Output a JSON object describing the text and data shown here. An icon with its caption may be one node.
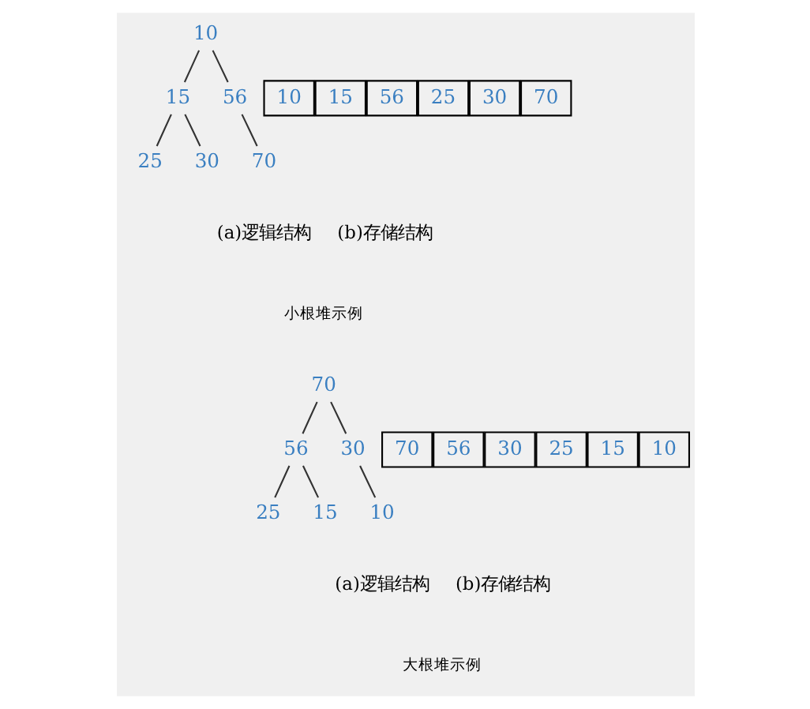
{
  "diagram": {
    "nodes": [
      {
        "text": [
          "10"
        ]
      },
      {
        "text": [
          "15"
        ]
      },
      {
        "text": [
          "56"
        ]
      },
      {
        "text": [
          "25"
        ]
      },
      {
        "text": [
          "30"
        ]
      },
      {
        "text": [
          "70"
        ]
      },
      {
        "text": [
          "10"
        ]
      },
      {
        "text": [
          "15"
        ]
      },
      {
        "text": [
          "56"
        ]
      },
      {
        "text": [
          "25"
        ]
      },
      {
        "text": [
          "30"
        ]
      },
      {
        "text": [
          "70"
        ]
      },
      {
        "text": [
          "70"
        ]
      },
      {
        "text": [
          "56"
        ]
      },
      {
        "text": [
          "30"
        ]
      },
      {
        "text": [
          "25"
        ]
      },
      {
        "text": [
          "15"
        ]
      },
      {
        "text": [
          "10"
        ]
      },
      {
        "text": [
          "70"
        ]
      },
      {
        "text": [
          "56"
        ]
      },
      {
        "text": [
          "30"
        ]
      },
      {
        "text": [
          "25"
        ]
      },
      {
        "text": [
          "15"
        ]
      },
      {
        "text": [
          "10"
        ]
      }
    ],
    "edges": [
      {
        "from": 0,
        "to": 1,
        "arrow": "none"
      },
      {
        "from": 0,
        "to": 2,
        "arrow": "none"
      },
      {
        "from": 1,
        "to": 3,
        "arrow": "none"
      },
      {
        "from": 1,
        "to": 4,
        "arrow": "none"
      },
      {
        "from": 2,
        "to": 5,
        "arrow": "none"
      },
      {
        "from": 12,
        "to": 13,
        "arrow": "none"
      },
      {
        "from": 12,
        "to": 14,
        "arrow": "none"
      },
      {
        "from": 13,
        "to": 15,
        "arrow": "none"
      },
      {
        "from": 13,
        "to": 16,
        "arrow": "none"
      },
      {
        "from": 14,
        "to": 17,
        "arrow": "none"
      }
    ],
    "labels": [
      "(a)逻辑结构",
      "(b)存储结构",
      "小根堆示例",
      "(a)逻辑结构",
      "(b)存储结构",
      "大根堆示例"
    ]
  }
}
